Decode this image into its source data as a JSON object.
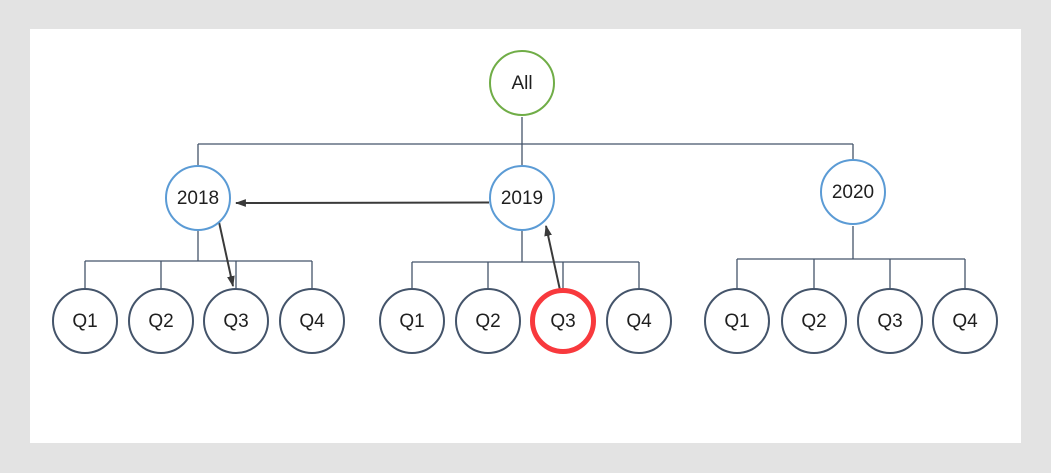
{
  "page": {
    "background": "#E3E3E3",
    "canvas_background": "#FFFFFF"
  },
  "tree": {
    "root": {
      "label": "All",
      "border_color": "#70AD47"
    },
    "years": [
      {
        "label": "2018",
        "border_color": "#5B9BD5",
        "quarters": [
          {
            "label": "Q1"
          },
          {
            "label": "Q2"
          },
          {
            "label": "Q3"
          },
          {
            "label": "Q4"
          }
        ]
      },
      {
        "label": "2019",
        "border_color": "#5B9BD5",
        "quarters": [
          {
            "label": "Q1"
          },
          {
            "label": "Q2"
          },
          {
            "label": "Q3",
            "highlighted": true,
            "highlight_color": "#F8393D"
          },
          {
            "label": "Q4"
          }
        ]
      },
      {
        "label": "2020",
        "border_color": "#5B9BD5",
        "quarters": [
          {
            "label": "Q1"
          },
          {
            "label": "Q2"
          },
          {
            "label": "Q3"
          },
          {
            "label": "Q4"
          }
        ]
      }
    ],
    "quarter_border_color": "#44546A",
    "connector_color": "#44546A",
    "arrow_color": "#3A3A3A",
    "arrows": [
      {
        "from": "2019",
        "to": "2018"
      },
      {
        "from": "2018",
        "to": "2018-Q3"
      },
      {
        "from": "2019-Q3",
        "to": "2019"
      }
    ]
  }
}
